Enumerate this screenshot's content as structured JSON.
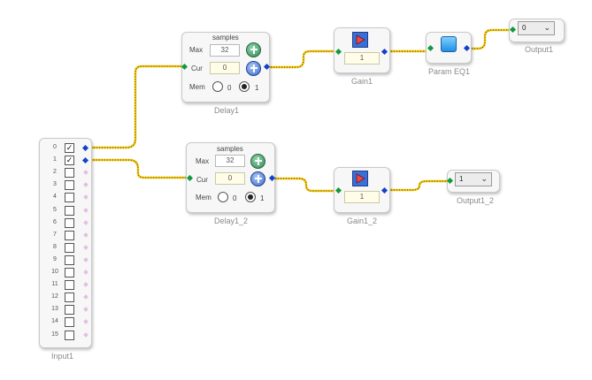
{
  "blocks": {
    "delay1": {
      "caption": "Delay1",
      "header": "samples",
      "max_label": "Max",
      "max_value": "32",
      "cur_label": "Cur",
      "cur_value": "0",
      "mem_label": "Mem",
      "mem_opt0": "0",
      "mem_opt1": "1"
    },
    "delay1_2": {
      "caption": "Delay1_2",
      "header": "samples",
      "max_label": "Max",
      "max_value": "32",
      "cur_label": "Cur",
      "cur_value": "0",
      "mem_label": "Mem",
      "mem_opt0": "0",
      "mem_opt1": "1"
    },
    "gain1": {
      "caption": "Gain1",
      "value": "1"
    },
    "gain1_2": {
      "caption": "Gain1_2",
      "value": "1"
    },
    "param_eq1": {
      "caption": "Param EQ1"
    },
    "output1": {
      "caption": "Output1",
      "value": "0"
    },
    "output1_2": {
      "caption": "Output1_2",
      "value": "1"
    },
    "input1": {
      "caption": "Input1",
      "rows": [
        {
          "label": "0",
          "checked": true
        },
        {
          "label": "1",
          "checked": true
        },
        {
          "label": "2",
          "checked": false
        },
        {
          "label": "3",
          "checked": false
        },
        {
          "label": "4",
          "checked": false
        },
        {
          "label": "5",
          "checked": false
        },
        {
          "label": "6",
          "checked": false
        },
        {
          "label": "7",
          "checked": false
        },
        {
          "label": "8",
          "checked": false
        },
        {
          "label": "9",
          "checked": false
        },
        {
          "label": "10",
          "checked": false
        },
        {
          "label": "11",
          "checked": false
        },
        {
          "label": "12",
          "checked": false
        },
        {
          "label": "13",
          "checked": false
        },
        {
          "label": "14",
          "checked": false
        },
        {
          "label": "15",
          "checked": false
        }
      ]
    }
  },
  "colors": {
    "wire": "#f2c200",
    "pin_in": "#109a3c",
    "pin_out": "#1241c8"
  }
}
